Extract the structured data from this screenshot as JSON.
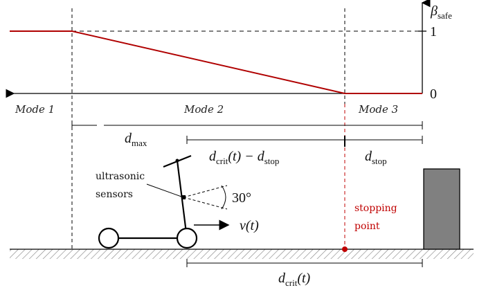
{
  "axis": {
    "y_label_main": "β",
    "y_label_sub": "safe",
    "tick_one": "1",
    "tick_zero": "0"
  },
  "modes": [
    "Mode 1",
    "Mode 2",
    "Mode 3"
  ],
  "distances": {
    "d_max_main": "d",
    "d_max_sub": "max",
    "d_crit_stop_a": "d",
    "d_crit_stop_a_sub": "crit",
    "d_crit_stop_b": "(t) − d",
    "d_crit_stop_b_sub": "stop",
    "d_stop_main": "d",
    "d_stop_sub": "stop",
    "d_crit_main": "d",
    "d_crit_sub": "crit",
    "d_crit_tail": "(t)"
  },
  "scooter": {
    "sensor_label_line1": "ultrasonic",
    "sensor_label_line2": "sensors",
    "angle_label": "30°",
    "velocity_label": "v(t)"
  },
  "stopping": {
    "line1": "stopping",
    "line2": "point"
  },
  "colors": {
    "curve": "#b00000",
    "stopping": "#c00000",
    "obstacle": "#808080",
    "ground_hatch": "#888888"
  }
}
